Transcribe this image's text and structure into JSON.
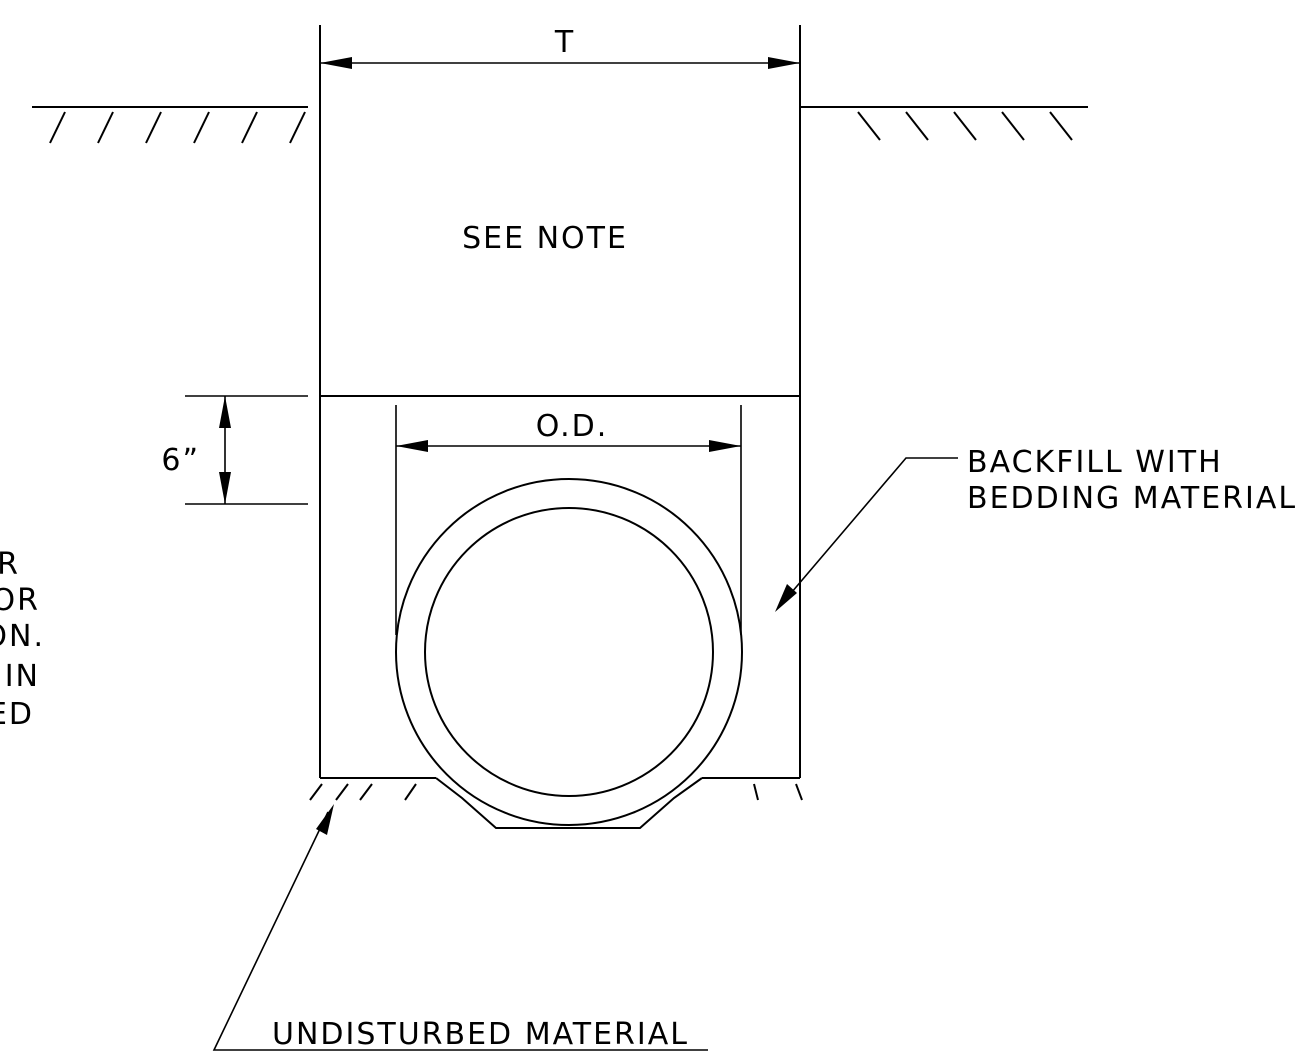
{
  "labels": {
    "trench_width": "T",
    "see_note": "SEE NOTE",
    "outside_diameter": "O.D.",
    "bedding_depth": "6”",
    "backfill_line1": "BACKFILL  WITH",
    "backfill_line2": "BEDDING  MATERIAL",
    "undisturbed": "UNDISTURBED  MATERIAL"
  },
  "clipped_note_fragments": [
    "R",
    "OR",
    "ON.",
    "IN",
    "ED"
  ]
}
